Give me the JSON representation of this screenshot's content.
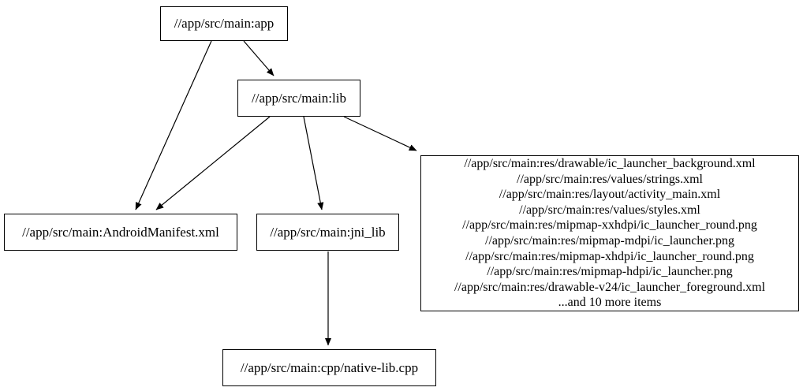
{
  "diagram": {
    "kind": "build-dependency-graph",
    "background_color": "#ffffff",
    "node_border_color": "#000000",
    "edge_color": "#000000",
    "text_color": "#000000",
    "nodes": {
      "app": {
        "label": "//app/src/main:app"
      },
      "lib": {
        "label": "//app/src/main:lib"
      },
      "manifest": {
        "label": "//app/src/main:AndroidManifest.xml"
      },
      "jni_lib": {
        "label": "//app/src/main:jni_lib"
      },
      "native_lib": {
        "label": "//app/src/main:cpp/native-lib.cpp"
      },
      "res_group": {
        "lines": [
          "//app/src/main:res/drawable/ic_launcher_background.xml",
          "//app/src/main:res/values/strings.xml",
          "//app/src/main:res/layout/activity_main.xml",
          "//app/src/main:res/values/styles.xml",
          "//app/src/main:res/mipmap-xxhdpi/ic_launcher_round.png",
          "//app/src/main:res/mipmap-mdpi/ic_launcher.png",
          "//app/src/main:res/mipmap-xhdpi/ic_launcher_round.png",
          "//app/src/main:res/mipmap-hdpi/ic_launcher.png",
          "//app/src/main:res/drawable-v24/ic_launcher_foreground.xml",
          "...and 10 more items"
        ]
      }
    },
    "edges": [
      {
        "from": "app",
        "to": "lib"
      },
      {
        "from": "app",
        "to": "manifest"
      },
      {
        "from": "lib",
        "to": "manifest"
      },
      {
        "from": "lib",
        "to": "jni_lib"
      },
      {
        "from": "lib",
        "to": "res_group"
      },
      {
        "from": "jni_lib",
        "to": "native_lib"
      }
    ]
  }
}
